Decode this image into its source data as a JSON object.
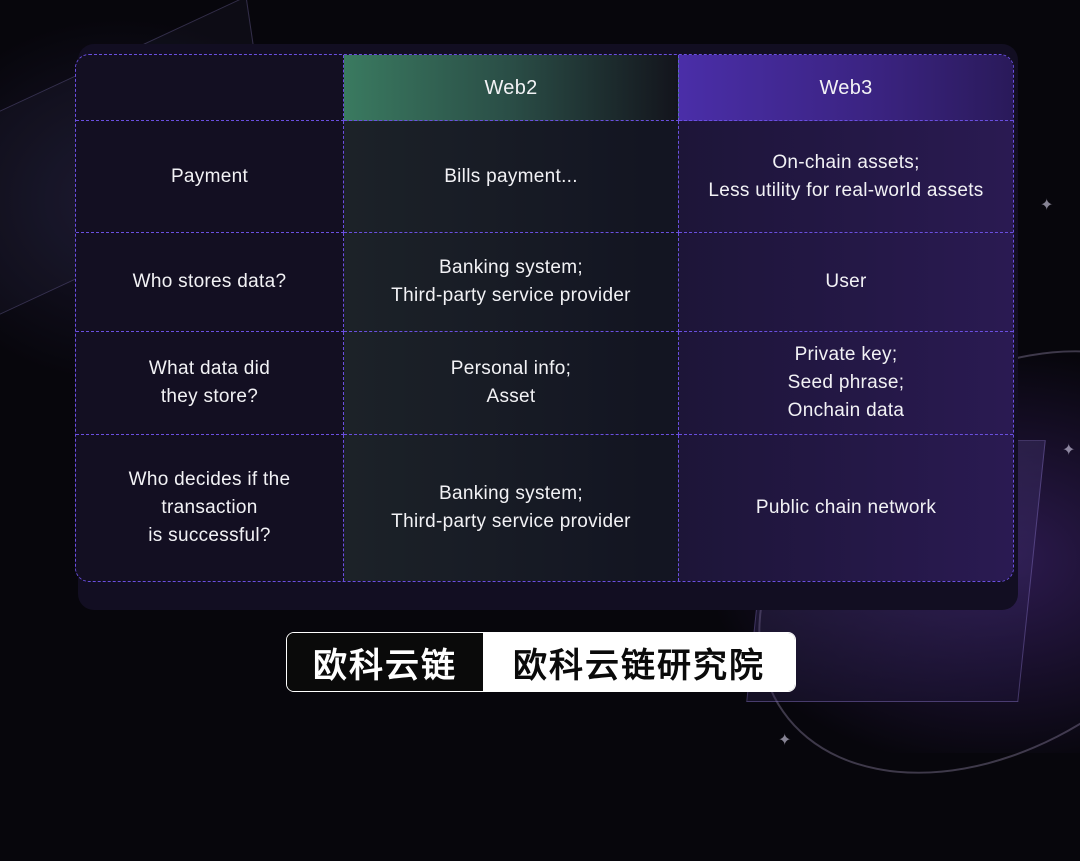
{
  "table": {
    "headers": [
      "",
      "Web2",
      "Web3"
    ],
    "rows": [
      {
        "label": "Payment",
        "web2": "Bills payment...",
        "web3": "On-chain assets;\nLess utility for real-world assets"
      },
      {
        "label": "Who stores data?",
        "web2": "Banking system;\nThird-party service provider",
        "web3": "User"
      },
      {
        "label": "What data did\nthey store?",
        "web2": "Personal info;\nAsset",
        "web3": "Private key;\nSeed phrase;\nOnchain data"
      },
      {
        "label": "Who decides if the\ntransaction\nis successful?",
        "web2": "Banking system;\nThird-party service provider",
        "web3": "Public chain network"
      }
    ]
  },
  "brand": {
    "logo_text": "欧科云链",
    "institute_text": "欧科云链研究院"
  },
  "colors": {
    "border_dashed": "#6a4fe0",
    "web2_header": "#3a7a60",
    "web3_header": "#4a2ea8",
    "background": "#07060c"
  }
}
